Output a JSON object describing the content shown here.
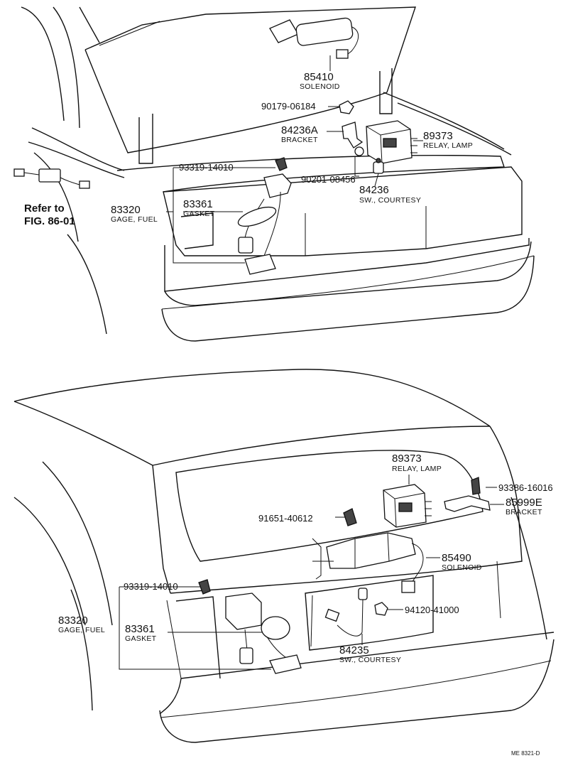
{
  "top_view": {
    "labels": [
      {
        "id": "85410",
        "part_no": "85410",
        "desc": "SOLENOID"
      },
      {
        "id": "90179",
        "part_no": "90179-06184",
        "desc": ""
      },
      {
        "id": "84236A",
        "part_no": "84236A",
        "desc": "BRACKET"
      },
      {
        "id": "89373",
        "part_no": "89373",
        "desc": "RELAY, LAMP"
      },
      {
        "id": "93319",
        "part_no": "93319-14010",
        "desc": ""
      },
      {
        "id": "90201",
        "part_no": "90201-08456",
        "desc": ""
      },
      {
        "id": "84236",
        "part_no": "84236",
        "desc": "SW., COURTESY"
      },
      {
        "id": "83361",
        "part_no": "83361",
        "desc": "GASKET"
      },
      {
        "id": "83320",
        "part_no": "83320",
        "desc": "GAGE, FUEL"
      }
    ],
    "reference": {
      "line1": "Refer to",
      "line2": "FIG. 86-01"
    }
  },
  "bottom_view": {
    "labels": [
      {
        "id": "89373",
        "part_no": "89373",
        "desc": "RELAY, LAMP"
      },
      {
        "id": "93386",
        "part_no": "93386-16016",
        "desc": ""
      },
      {
        "id": "85999E",
        "part_no": "85999E",
        "desc": "BRACKET"
      },
      {
        "id": "91651",
        "part_no": "91651-40612",
        "desc": ""
      },
      {
        "id": "85490",
        "part_no": "85490",
        "desc": "SOLENOID"
      },
      {
        "id": "93319",
        "part_no": "93319-14010",
        "desc": ""
      },
      {
        "id": "94120",
        "part_no": "94120-41000",
        "desc": ""
      },
      {
        "id": "83320",
        "part_no": "83320",
        "desc": "GAGE, FUEL"
      },
      {
        "id": "83361",
        "part_no": "83361",
        "desc": "GASKET"
      },
      {
        "id": "84235",
        "part_no": "84235",
        "desc": "SW., COURTESY"
      }
    ]
  },
  "figure_code": "ME 8321-D"
}
